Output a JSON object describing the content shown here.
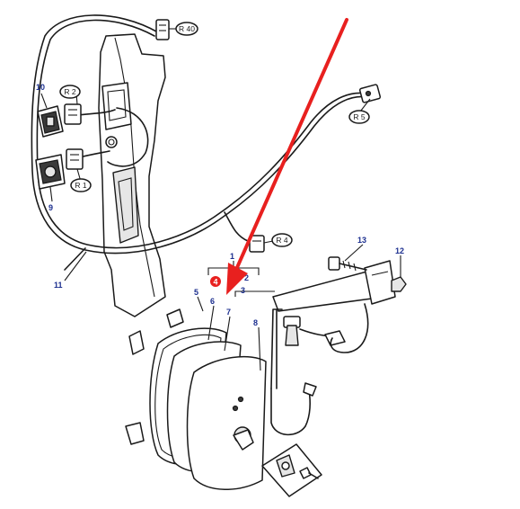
{
  "colors": {
    "line": "#1a1a1a",
    "callout_number": "#1c2f8f",
    "highlight_arrow": "#e8201f",
    "highlight_badge": "#e8201f"
  },
  "callouts": {
    "c1": "1",
    "c2": "2",
    "c3": "3",
    "c4": "4",
    "c5": "5",
    "c6": "6",
    "c7": "7",
    "c8": "8",
    "c9": "9",
    "c10": "10",
    "c11": "11",
    "c12": "12",
    "c13": "13"
  },
  "refs": {
    "r40": "R 40",
    "r2": "R 2",
    "r1": "R 1",
    "r5": "R 5",
    "r4": "R 4"
  }
}
